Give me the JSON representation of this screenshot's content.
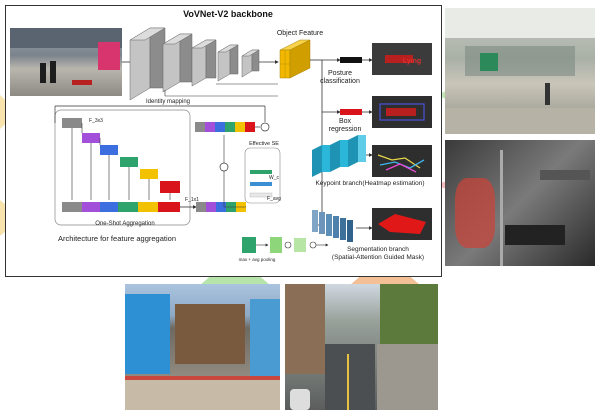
{
  "title": "VoVNet-V2 backbone",
  "labels": {
    "object_feature": "Object Feature",
    "identity_mapping": "Identity mapping",
    "posture": "Posture\nclassification",
    "box": "Box\nregression",
    "keypoint": "Keypoint branch(Heatmap estimation)",
    "segmentation": "Segmentation branch\n(Spatial-Attention Guided Mask)",
    "effective_se": "Effective SE",
    "osa": "One-Shot Aggregation",
    "architecture": "Architecture for feature aggregation",
    "f1": "F_1x1",
    "f3": "F_3x3",
    "lying": "Lying",
    "w_c": "W_c",
    "f_avg": "F_avg",
    "max_avg_pool": "max + avg pooling"
  },
  "colors": {
    "panel_border": "#333333",
    "feature_cube": "#f2b800",
    "keypoint_cube": "#2bb7d9",
    "seg_cube": "#5c8fb8",
    "arrow": "#333333",
    "green_arrow": "#7ccf6a",
    "orange_arrow": "#f2a35a"
  }
}
